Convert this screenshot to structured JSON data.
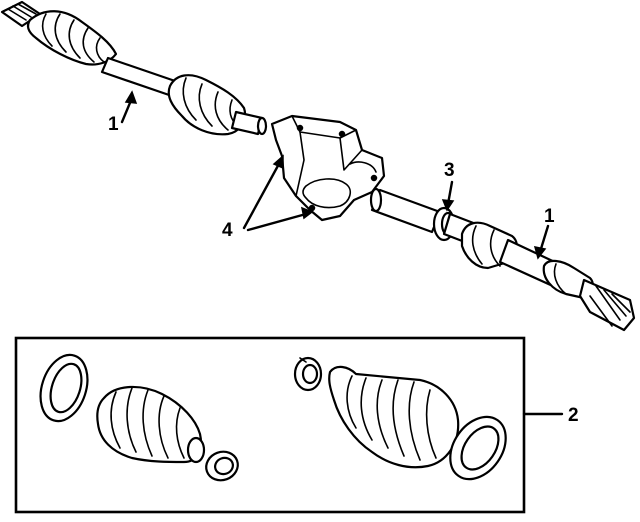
{
  "callouts": {
    "c1_left": "1",
    "c1_right": "1",
    "c2": "2",
    "c3": "3",
    "c4": "4"
  }
}
